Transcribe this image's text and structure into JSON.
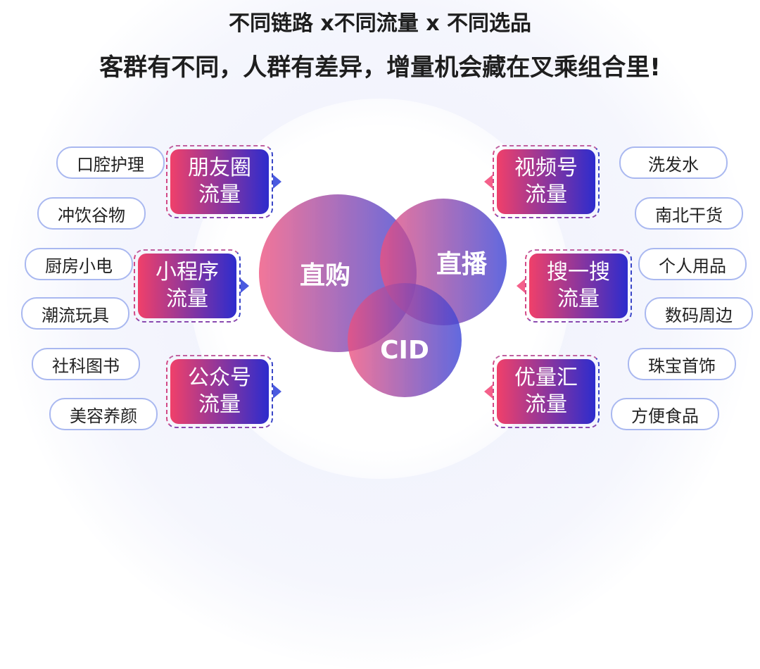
{
  "title_line1": "不同链路 x不同流量 x 不同选品",
  "title_line2": "客群有不同，人群有差异，增量机会藏在叉乘组合里!",
  "circles": [
    "直购",
    "直播",
    "CID"
  ],
  "left_boxes": [
    [
      "朋友圈",
      "流量"
    ],
    [
      "小程序",
      "流量"
    ],
    [
      "公众号",
      "流量"
    ]
  ],
  "right_boxes": [
    [
      "视频号",
      "流量"
    ],
    [
      "搜一搜",
      "流量"
    ],
    [
      "优量汇",
      "流量"
    ]
  ],
  "left_pills": [
    "口腔护理",
    "冲饮谷物",
    "厨房小电",
    "潮流玩具",
    "社科图书",
    "美容养颜"
  ],
  "right_pills": [
    "洗发水",
    "南北干货",
    "个人用品",
    "数码周边",
    "珠宝首饰",
    "方便食品"
  ]
}
